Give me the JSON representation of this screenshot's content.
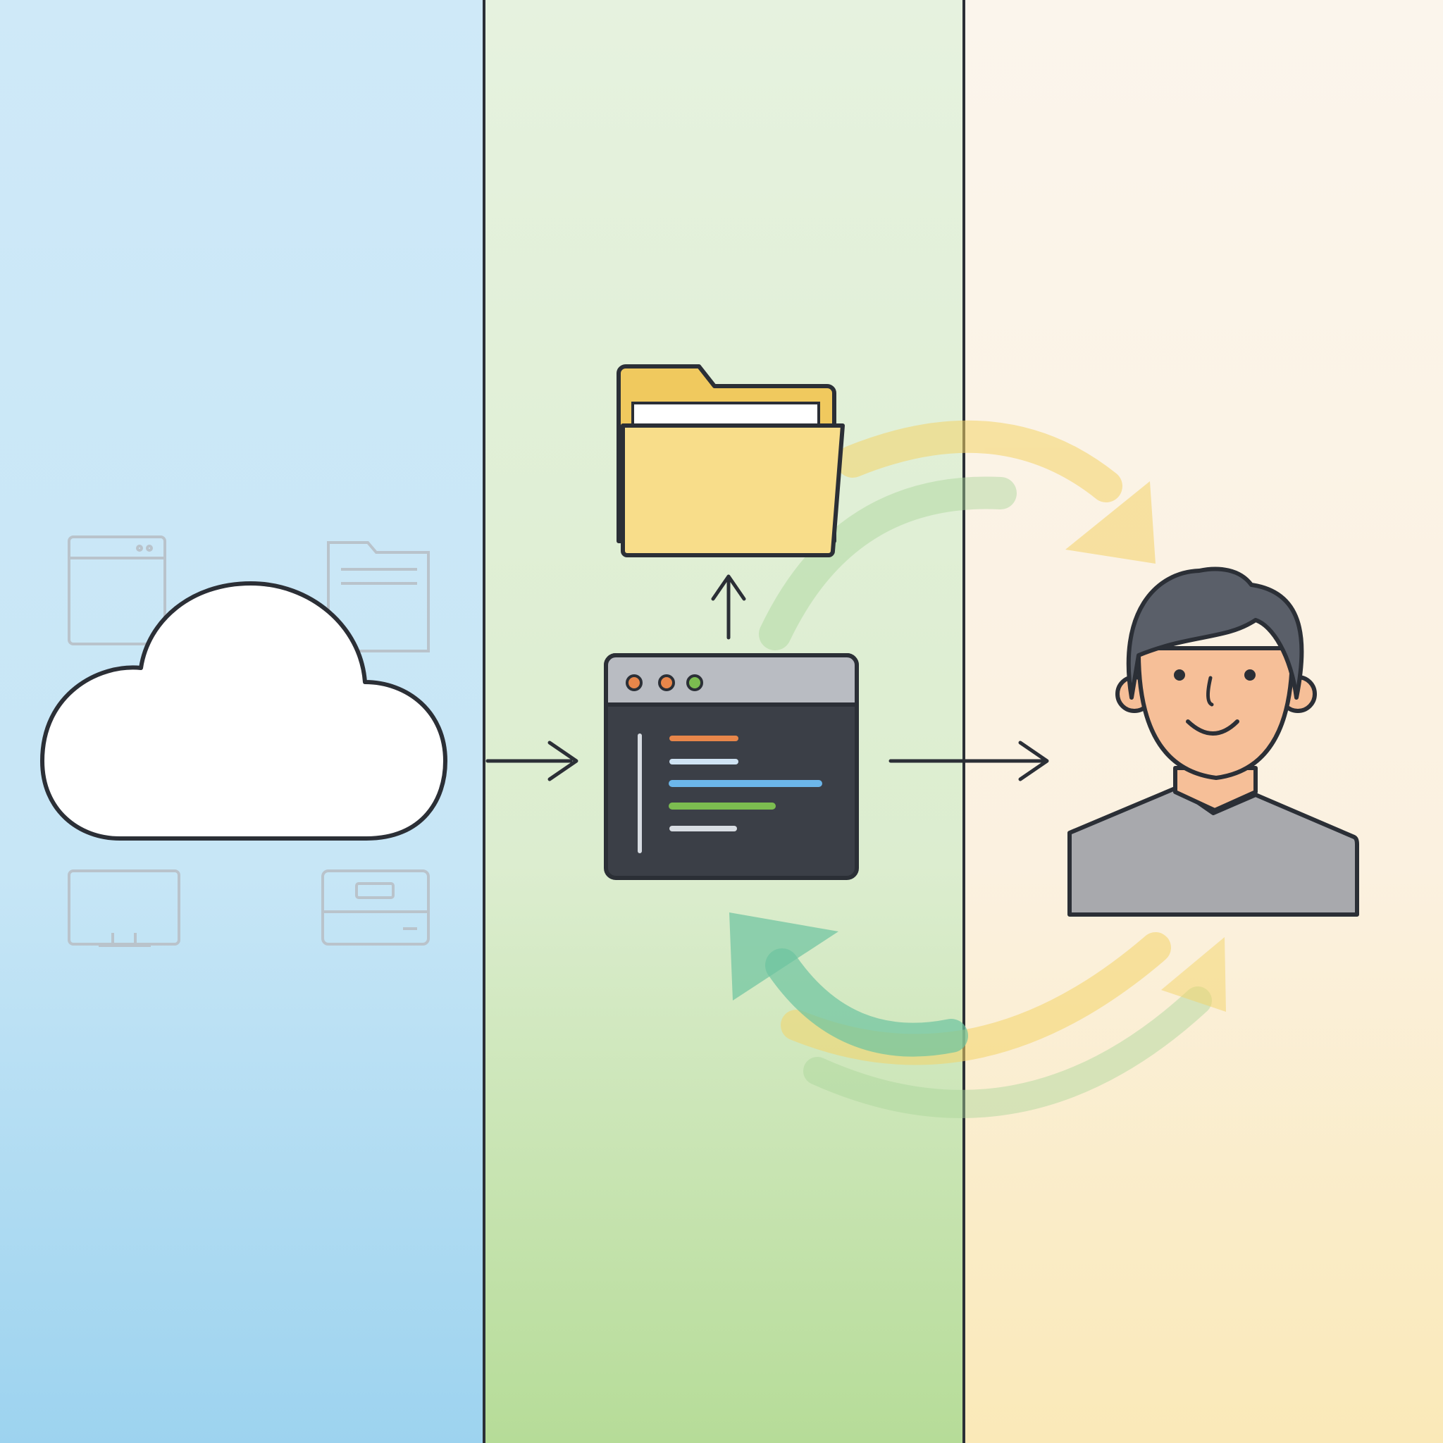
{
  "diagram": {
    "panels": [
      {
        "id": "cloud",
        "color_top": "#cfe9f8",
        "color_bottom": "#9dd3ef"
      },
      {
        "id": "app",
        "color_top": "#e6f2df",
        "color_bottom": "#b6dc98"
      },
      {
        "id": "user",
        "color_top": "#fbf5ec",
        "color_bottom": "#fae9b8"
      }
    ],
    "colors": {
      "outline": "#2b2f36",
      "cloud_fill": "#ffffff",
      "ghost_icon": "#b9c3cb",
      "folder_back": "#f0c95e",
      "folder_front": "#f8dd8a",
      "paper": "#ffffff",
      "window_bar": "#b9bcc2",
      "window_body": "#3b3f47",
      "code_orange": "#e8864a",
      "code_light": "#cfe3f3",
      "code_blue": "#6cb6ea",
      "code_green": "#7cbd50",
      "code_grey": "#d8dde3",
      "skin": "#f6bf98",
      "hair": "#5a5f69",
      "shirt": "#a8a9ad",
      "flow_yellow": "#f4d368",
      "flow_green": "#a9d59a",
      "flow_teal": "#6cc3a0"
    },
    "icons": {
      "cloud": "cloud-icon",
      "services": [
        "browser-window-icon",
        "folder-icon",
        "monitor-icon",
        "card-icon"
      ],
      "folder": "folder-icon",
      "code_window": "code-editor-window-icon",
      "user": "user-avatar-icon"
    }
  }
}
